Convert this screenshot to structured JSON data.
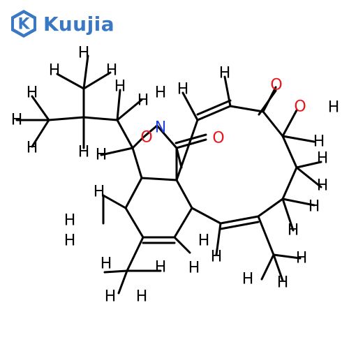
{
  "brand": {
    "name": "Kuujia",
    "logo_letter": "K",
    "color": "#3a78c3"
  },
  "molecule": {
    "bond_color": "#000000",
    "atom_colors": {
      "H": "#000000",
      "O": "#e8141c",
      "N": "#1f3fe0"
    },
    "atom_labels": {
      "H": "H",
      "O": "O",
      "N": "N"
    }
  }
}
